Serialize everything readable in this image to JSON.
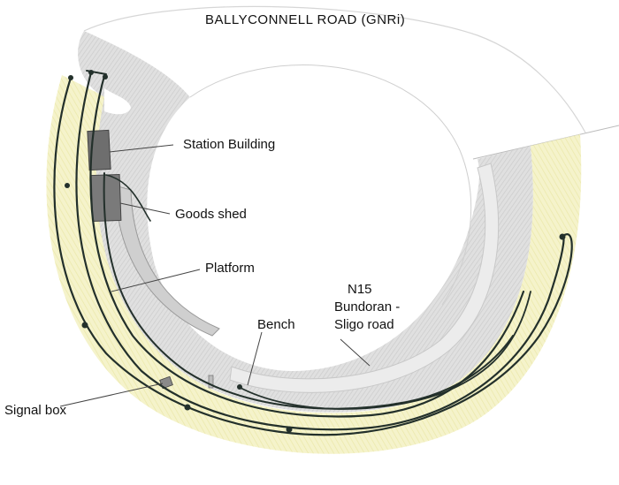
{
  "title": "BALLYCONNELL ROAD (GNRi)",
  "labels": {
    "station_building": "Station Building",
    "goods_shed": "Goods shed",
    "platform": "Platform",
    "bench": "Bench",
    "signal_box": "Signal box",
    "road_number": "N15",
    "road_name_line1": "Bundoran -",
    "road_name_line2": "Sligo road"
  },
  "colors": {
    "baseboard_edge": "#d9d9d9",
    "embankment": "#f1efb8",
    "ballast": "#dcdcdc",
    "road": "#e3e3e3",
    "track": "#23302b",
    "building": "#6f6f6f",
    "leader": "#444444"
  }
}
